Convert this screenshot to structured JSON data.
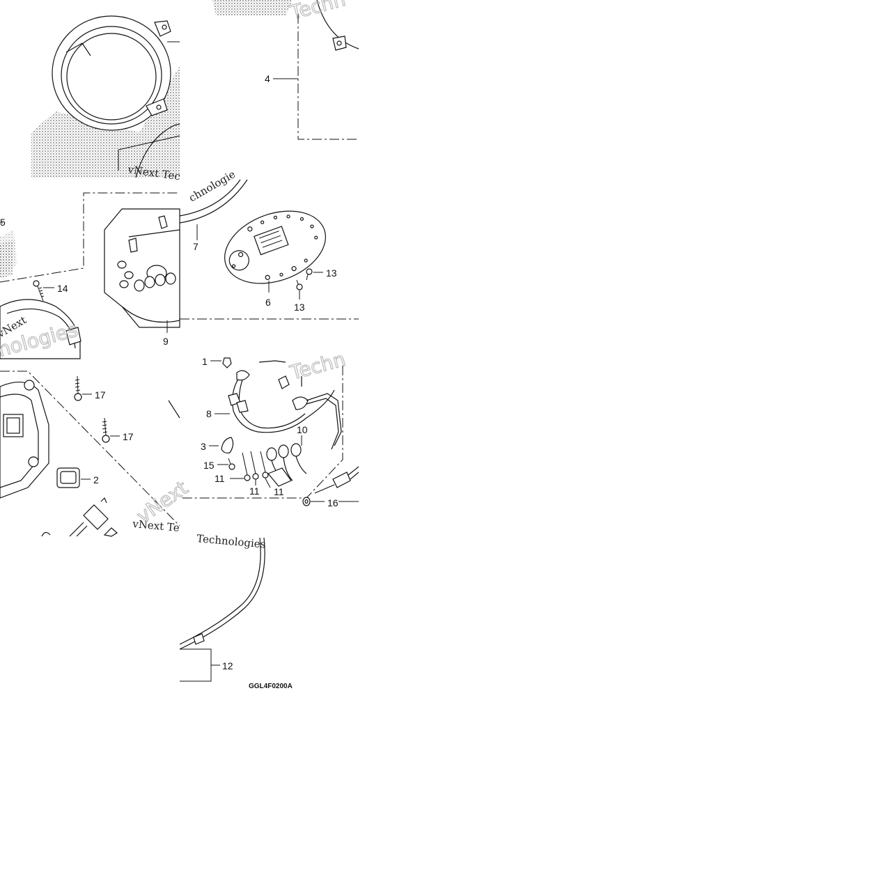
{
  "diagram": {
    "callouts": {
      "p1": "1",
      "p2": "2",
      "p3": "3",
      "p4": "4",
      "p5": "5",
      "p6": "6",
      "p7": "7",
      "p8": "8",
      "p9": "9",
      "p10": "10",
      "p11a": "11",
      "p11b": "11",
      "p11c": "11",
      "p12": "12",
      "p13a": "13",
      "p13b": "13",
      "p14": "14",
      "p15": "15",
      "p16": "16",
      "p17a": "17",
      "p17b": "17"
    },
    "drawing_code": "GGL4F0200A",
    "watermark_text": "vNext Tec",
    "watermark_text_2": "vNext Te",
    "watermark_text_3": "Technologies",
    "watermark_text_4": "Techn",
    "watermark_text_5": "nologies",
    "watermark_text_6": "chnologie",
    "watermark_text_7": "vNext"
  }
}
